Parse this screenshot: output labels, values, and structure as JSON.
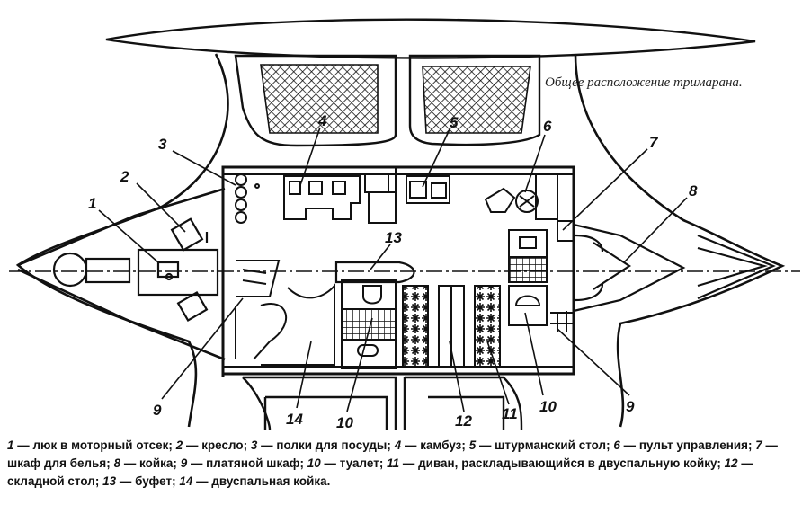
{
  "title": "Общее расположение тримарана.",
  "callout_numbers": [
    "1",
    "2",
    "3",
    "4",
    "5",
    "6",
    "7",
    "8",
    "9",
    "9",
    "10",
    "10",
    "11",
    "12",
    "13",
    "14"
  ],
  "legend": [
    {
      "num": "1",
      "text": "люк в моторный отсек;"
    },
    {
      "num": "2",
      "text": "кресло;"
    },
    {
      "num": "3",
      "text": "полки для посуды;"
    },
    {
      "num": "4",
      "text": "камбуз;"
    },
    {
      "num": "5",
      "text": "штурманский стол;"
    },
    {
      "num": "6",
      "text": "пульт управления;"
    },
    {
      "num": "7",
      "text": "шкаф для белья;"
    },
    {
      "num": "8",
      "text": "койка;"
    },
    {
      "num": "9",
      "text": "платяной шкаф;"
    },
    {
      "num": "10",
      "text": "туалет;"
    },
    {
      "num": "11",
      "text": "диван, раскладывающийся в двуспальную койку;"
    },
    {
      "num": "12",
      "text": "складной стол;"
    },
    {
      "num": "13",
      "text": "буфет;"
    },
    {
      "num": "14",
      "text": "двуспальная койка."
    }
  ]
}
